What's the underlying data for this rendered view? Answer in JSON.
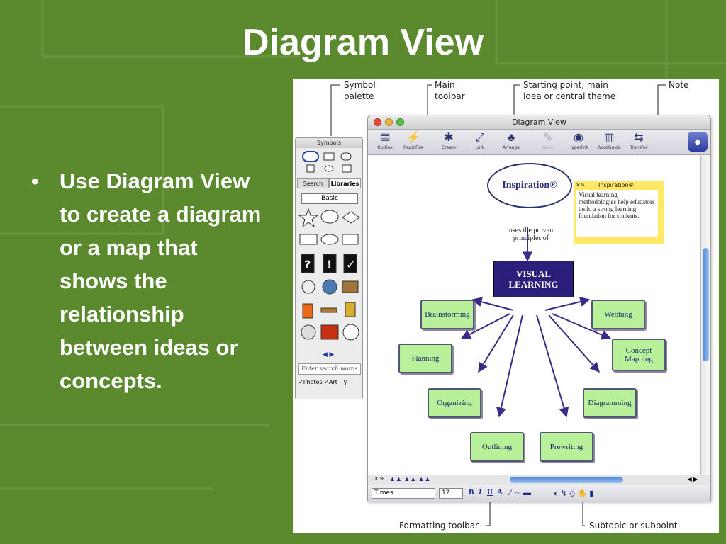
{
  "slide": {
    "title": "Diagram View",
    "bullet": "Use Diagram View to create a diagram or a map that shows the relationship between ideas or concepts."
  },
  "callouts": {
    "symbol_palette": "Symbol palette",
    "main_toolbar": "Main toolbar",
    "starting_point": "Starting point, main idea or central theme",
    "note": "Note",
    "formatting_toolbar": "Formatting toolbar",
    "subtopic": "Subtopic or subpoint"
  },
  "window": {
    "title": "Diagram View",
    "toolbar": [
      {
        "label": "Outline",
        "icon": "outline-icon"
      },
      {
        "label": "RapidFire",
        "icon": "rapidfire-icon"
      },
      {
        "label": "Create",
        "icon": "create-icon"
      },
      {
        "label": "Link",
        "icon": "link-icon"
      },
      {
        "label": "Arrange",
        "icon": "arrange-icon"
      },
      {
        "label": "Note",
        "icon": "note-icon"
      },
      {
        "label": "Hyperlink",
        "icon": "hyperlink-icon"
      },
      {
        "label": "WordGuide",
        "icon": "wordguide-icon"
      },
      {
        "label": "Transfer",
        "icon": "transfer-icon"
      }
    ],
    "zoom": "100%",
    "format": {
      "font": "Times",
      "size": "12",
      "bold": "B",
      "italic": "I",
      "underline": "U",
      "text_color": "A"
    }
  },
  "palette": {
    "title": "Symbols",
    "tabs": [
      "Search",
      "Libraries"
    ],
    "library": "Basic",
    "search_placeholder": "Enter search words",
    "filters": [
      "Photos",
      "Art"
    ]
  },
  "diagram": {
    "main_idea": "Inspiration®",
    "link_label": "uses the proven principles of",
    "central": "VISUAL LEARNING",
    "note": {
      "title": "Inspiration®",
      "text": "Visual learning methodologies help educators build a strong learning foundation for students."
    },
    "subtopics": [
      "Brainstorming",
      "Webbing",
      "Planning",
      "Concept Mapping",
      "Organizing",
      "Diagramming",
      "Outlining",
      "Prewriting"
    ]
  },
  "colors": {
    "slide_bg": "#5b8a2e",
    "subtopic_fill": "#b9f09a",
    "central_fill": "#2a1f7a",
    "note_fill": "#ffe866"
  }
}
